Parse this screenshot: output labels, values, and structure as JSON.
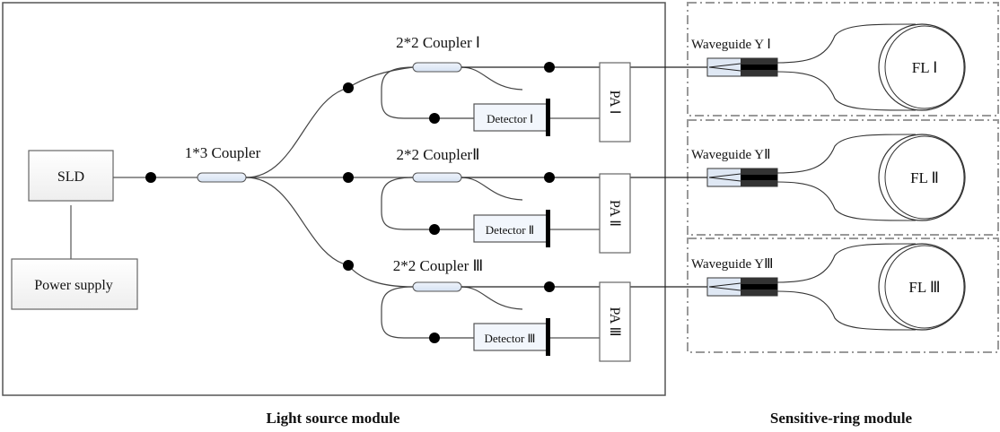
{
  "modules": {
    "light_source": "Light source module",
    "sensitive_ring": "Sensitive-ring module"
  },
  "source": {
    "sld": "SLD",
    "power": "Power supply",
    "splitter": "1*3 Coupler"
  },
  "channels": [
    {
      "coupler": "2*2 Coupler Ⅰ",
      "detector": "Detector Ⅰ",
      "pa": "PA Ⅰ",
      "waveguide": "Waveguide Y Ⅰ",
      "fl": "FL  Ⅰ"
    },
    {
      "coupler": "2*2 CouplerⅡ",
      "detector": "Detector Ⅱ",
      "pa": "PA Ⅱ",
      "waveguide": "Waveguide YⅡ",
      "fl": "FL  Ⅱ"
    },
    {
      "coupler": "2*2 Coupler  Ⅲ",
      "detector": "Detector Ⅲ",
      "pa": "PA Ⅲ",
      "waveguide": "Waveguide YⅢ",
      "fl": "FL Ⅲ"
    }
  ]
}
